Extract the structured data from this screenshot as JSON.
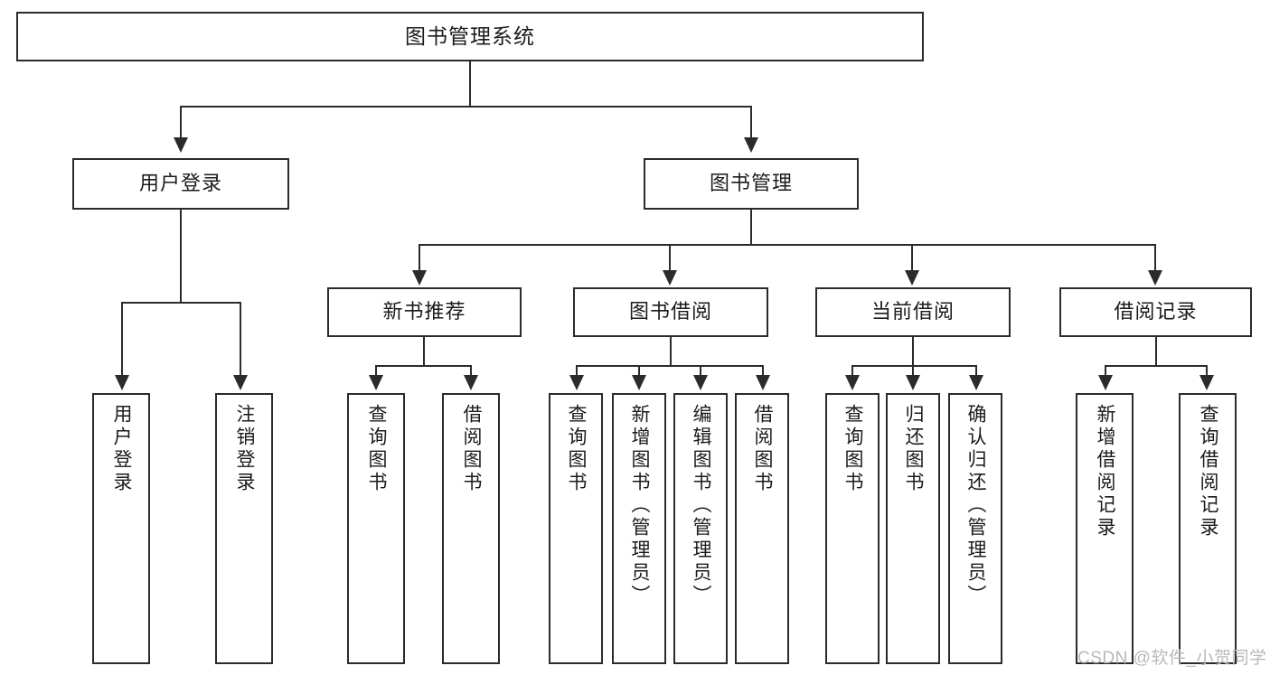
{
  "diagram": {
    "title": "图书管理系统",
    "type": "tree",
    "background_color": "#ffffff",
    "line_color": "#2b2b2b",
    "text_color": "#1b1b1b",
    "root": {
      "label": "图书管理系统"
    },
    "level2": [
      {
        "label": "用户登录"
      },
      {
        "label": "图书管理"
      }
    ],
    "level3": [
      {
        "label": "新书推荐"
      },
      {
        "label": "图书借阅"
      },
      {
        "label": "当前借阅"
      },
      {
        "label": "借阅记录"
      }
    ],
    "leaves": {
      "user_login": [
        {
          "label": "用户登录"
        },
        {
          "label": "注销登录"
        }
      ],
      "new_book_recommend": [
        {
          "label": "查询图书"
        },
        {
          "label": "借阅图书"
        }
      ],
      "book_borrow": [
        {
          "label": "查询图书"
        },
        {
          "label": "新增图书（管理员）"
        },
        {
          "label": "编辑图书（管理员）"
        },
        {
          "label": "借阅图书"
        }
      ],
      "current_borrow": [
        {
          "label": "查询图书"
        },
        {
          "label": "归还图书"
        },
        {
          "label": "确认归还（管理员）"
        }
      ],
      "borrow_record": [
        {
          "label": "新增借阅记录"
        },
        {
          "label": "查询借阅记录"
        }
      ]
    }
  },
  "watermark": {
    "text": "CSDN @软件_小贺同学",
    "color": "#b9b9b9"
  }
}
